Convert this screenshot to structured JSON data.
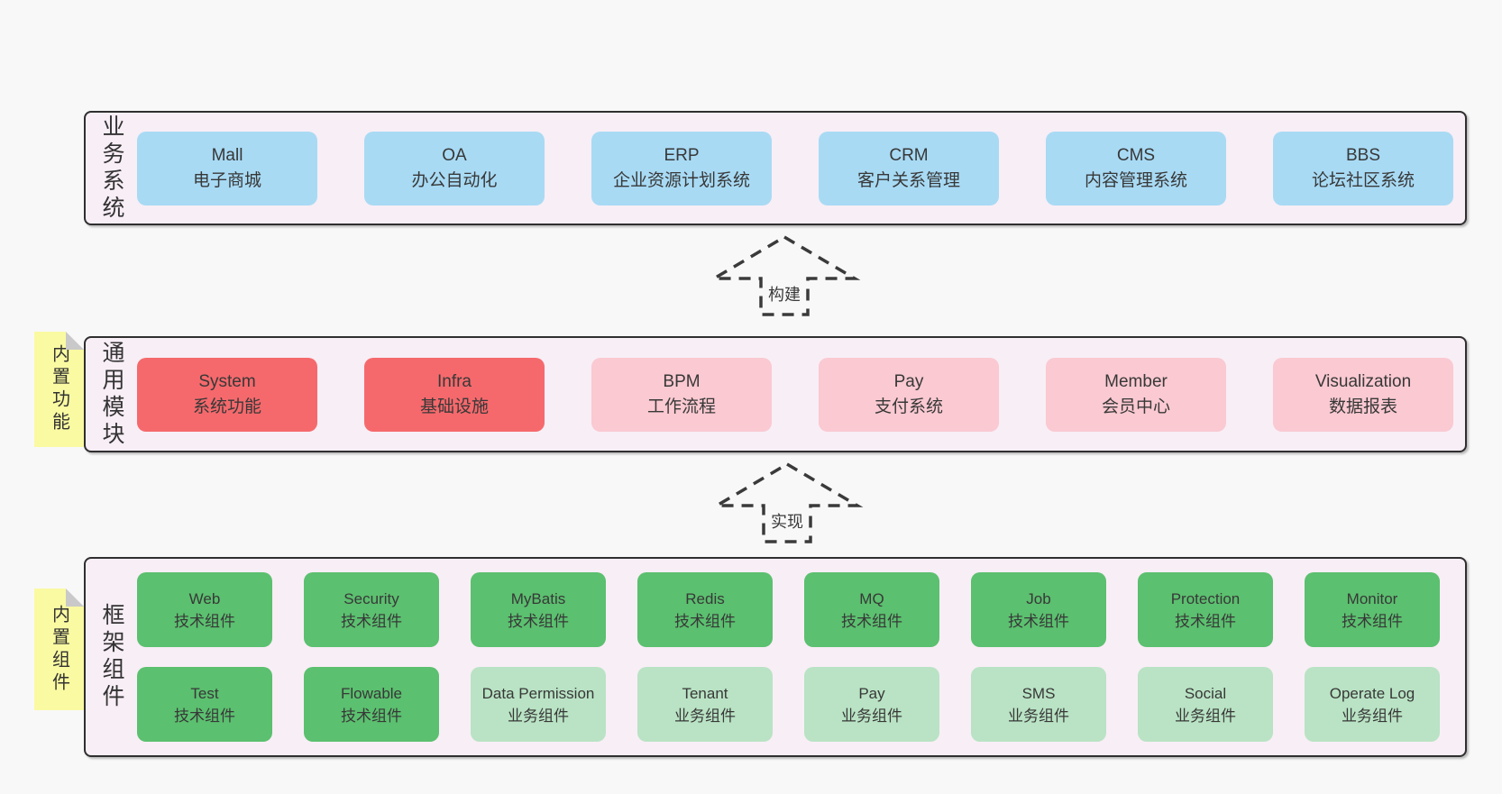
{
  "colors": {
    "page_background": "#f8f8f8",
    "panel_background": "#f8eef6",
    "panel_border": "#2f2f2f",
    "business_box": "#a8daf4",
    "core_module_box": "#f5696c",
    "extend_module_box": "#fac9d1",
    "tech_component_box": "#5bc06f",
    "biz_component_box": "#b9e3c4",
    "sticky_note": "#fafaa2",
    "note_fold": "#c9c9c9",
    "arrow_stroke": "#3a3a3a"
  },
  "sections": {
    "business": {
      "label": "业务系统",
      "boxes": [
        {
          "name": "Mall",
          "desc": "电子商城",
          "variant": "blue"
        },
        {
          "name": "OA",
          "desc": "办公自动化",
          "variant": "blue"
        },
        {
          "name": "ERP",
          "desc": "企业资源计划系统",
          "variant": "blue"
        },
        {
          "name": "CRM",
          "desc": "客户关系管理",
          "variant": "blue"
        },
        {
          "name": "CMS",
          "desc": "内容管理系统",
          "variant": "blue"
        },
        {
          "name": "BBS",
          "desc": "论坛社区系统",
          "variant": "blue"
        }
      ]
    },
    "modules": {
      "label": "通用模块",
      "note": "内置功能",
      "boxes": [
        {
          "name": "System",
          "desc": "系统功能",
          "variant": "red"
        },
        {
          "name": "Infra",
          "desc": "基础设施",
          "variant": "red"
        },
        {
          "name": "BPM",
          "desc": "工作流程",
          "variant": "pink"
        },
        {
          "name": "Pay",
          "desc": "支付系统",
          "variant": "pink"
        },
        {
          "name": "Member",
          "desc": "会员中心",
          "variant": "pink"
        },
        {
          "name": "Visualization",
          "desc": "数据报表",
          "variant": "pink"
        }
      ]
    },
    "framework": {
      "label": "框架组件",
      "note": "内置组件",
      "boxes": [
        {
          "name": "Web",
          "desc": "技术组件",
          "variant": "green-dark"
        },
        {
          "name": "Security",
          "desc": "技术组件",
          "variant": "green-dark"
        },
        {
          "name": "MyBatis",
          "desc": "技术组件",
          "variant": "green-dark"
        },
        {
          "name": "Redis",
          "desc": "技术组件",
          "variant": "green-dark"
        },
        {
          "name": "MQ",
          "desc": "技术组件",
          "variant": "green-dark"
        },
        {
          "name": "Job",
          "desc": "技术组件",
          "variant": "green-dark"
        },
        {
          "name": "Protection",
          "desc": "技术组件",
          "variant": "green-dark"
        },
        {
          "name": "Monitor",
          "desc": "技术组件",
          "variant": "green-dark"
        },
        {
          "name": "Test",
          "desc": "技术组件",
          "variant": "green-dark"
        },
        {
          "name": "Flowable",
          "desc": "技术组件",
          "variant": "green-dark"
        },
        {
          "name": "Data Permission",
          "desc": "业务组件",
          "variant": "green-light"
        },
        {
          "name": "Tenant",
          "desc": "业务组件",
          "variant": "green-light"
        },
        {
          "name": "Pay",
          "desc": "业务组件",
          "variant": "green-light"
        },
        {
          "name": "SMS",
          "desc": "业务组件",
          "variant": "green-light"
        },
        {
          "name": "Social",
          "desc": "业务组件",
          "variant": "green-light"
        },
        {
          "name": "Operate Log",
          "desc": "业务组件",
          "variant": "green-light"
        }
      ]
    }
  },
  "arrows": {
    "build": {
      "label": "构建"
    },
    "implement": {
      "label": "实现"
    }
  }
}
